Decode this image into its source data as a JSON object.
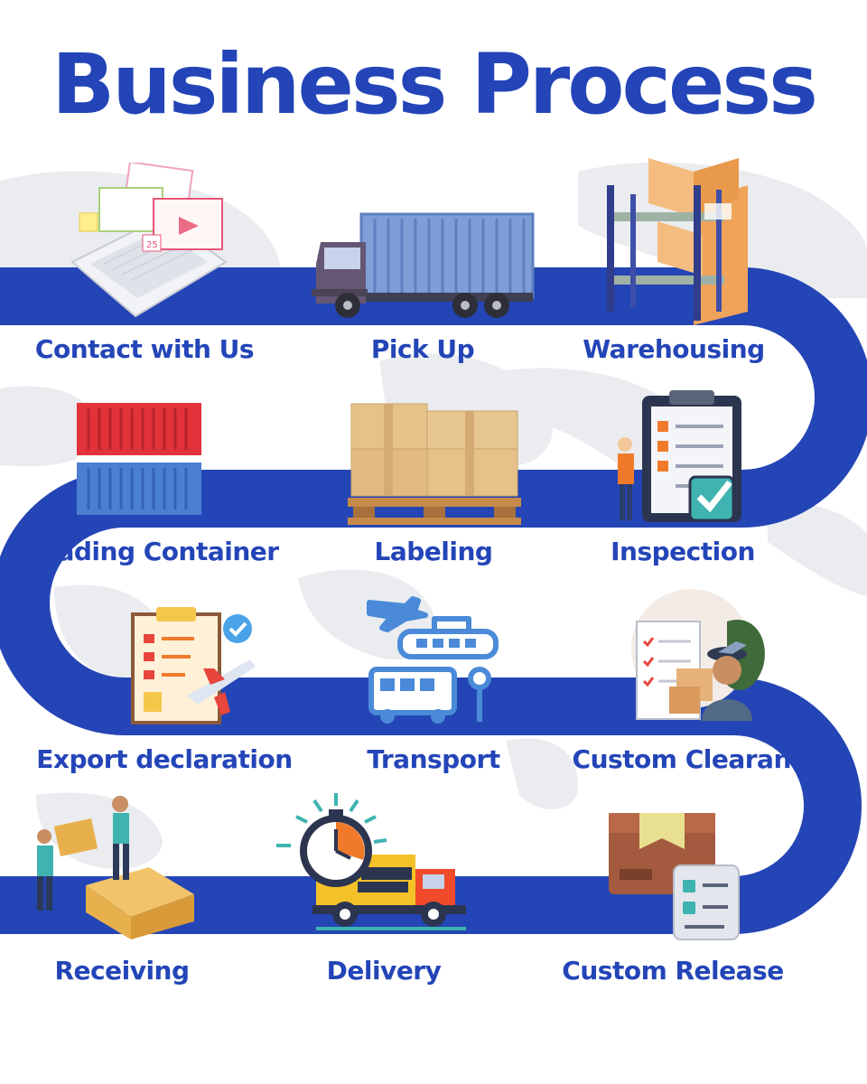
{
  "title": "Business Process",
  "colors": {
    "brand_blue": "#2345b8",
    "road": "#2445b5",
    "map_gray": "#e9ebef",
    "box_tan": "#e8c38a",
    "accent_orange": "#f07a2a",
    "container_red": "#e2323a",
    "truck_blue": "#7f9ed8"
  },
  "steps": [
    {
      "label": "Contact with Us",
      "icon": "laptop-icon"
    },
    {
      "label": "Pick Up",
      "icon": "container-truck-icon"
    },
    {
      "label": "Warehousing",
      "icon": "warehouse-shelf-icon"
    },
    {
      "label": "Loading Container",
      "icon": "shipping-container-icon"
    },
    {
      "label": "Labeling",
      "icon": "pallet-boxes-icon"
    },
    {
      "label": "Inspection",
      "icon": "checklist-clipboard-icon"
    },
    {
      "label": "Export declaration",
      "icon": "export-document-icon"
    },
    {
      "label": "Transport",
      "icon": "multimodal-transport-icon"
    },
    {
      "label": "Custom Clearance",
      "icon": "customs-officer-icon"
    },
    {
      "label": "Receiving",
      "icon": "workers-boxes-icon"
    },
    {
      "label": "Delivery",
      "icon": "express-delivery-truck-icon"
    },
    {
      "label": "Custom Release",
      "icon": "released-package-icon"
    }
  ]
}
